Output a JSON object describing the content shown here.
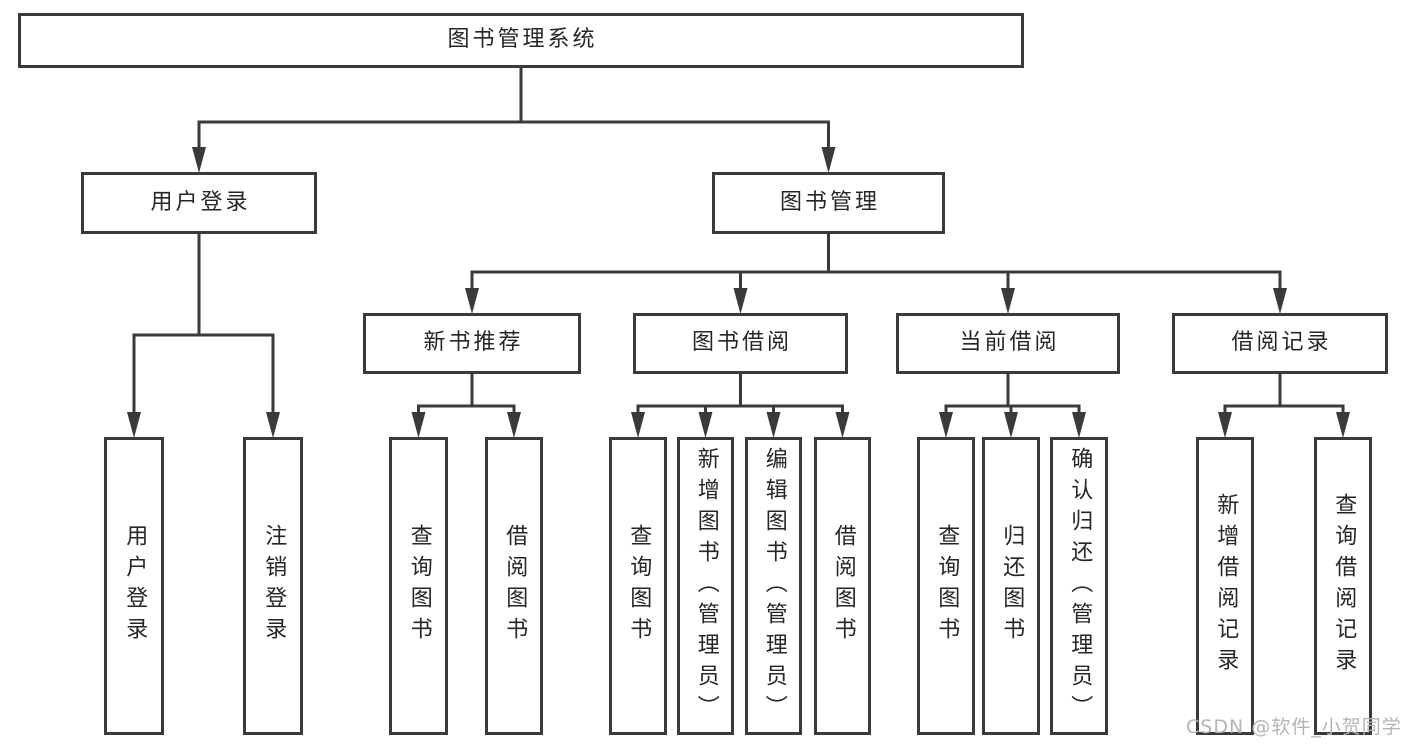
{
  "diagram": {
    "title": "图书管理系统",
    "nodes": [
      {
        "id": "book-management-system",
        "label": "图书管理系统",
        "parent": null,
        "orientation": "horizontal"
      },
      {
        "id": "user-login",
        "label": "用户登录",
        "parent": "book-management-system",
        "orientation": "horizontal"
      },
      {
        "id": "book-management",
        "label": "图书管理",
        "parent": "book-management-system",
        "orientation": "horizontal"
      },
      {
        "id": "new-book-recommend",
        "label": "新书推荐",
        "parent": "book-management",
        "orientation": "horizontal"
      },
      {
        "id": "book-borrowing",
        "label": "图书借阅",
        "parent": "book-management",
        "orientation": "horizontal"
      },
      {
        "id": "current-borrowing",
        "label": "当前借阅",
        "parent": "book-management",
        "orientation": "horizontal"
      },
      {
        "id": "borrowing-records",
        "label": "借阅记录",
        "parent": "book-management",
        "orientation": "horizontal"
      },
      {
        "id": "user-login-leaf",
        "label": "用户登录",
        "parent": "user-login",
        "orientation": "vertical"
      },
      {
        "id": "logout",
        "label": "注销登录",
        "parent": "user-login",
        "orientation": "vertical"
      },
      {
        "id": "query-books-1",
        "label": "查询图书",
        "parent": "new-book-recommend",
        "orientation": "vertical"
      },
      {
        "id": "borrow-books-1",
        "label": "借阅图书",
        "parent": "new-book-recommend",
        "orientation": "vertical"
      },
      {
        "id": "query-books-2",
        "label": "查询图书",
        "parent": "book-borrowing",
        "orientation": "vertical"
      },
      {
        "id": "add-books-admin",
        "label": "新增图书（管理员）",
        "parent": "book-borrowing",
        "orientation": "vertical"
      },
      {
        "id": "edit-books-admin",
        "label": "编辑图书（管理员）",
        "parent": "book-borrowing",
        "orientation": "vertical"
      },
      {
        "id": "borrow-books-2",
        "label": "借阅图书",
        "parent": "book-borrowing",
        "orientation": "vertical"
      },
      {
        "id": "query-books-3",
        "label": "查询图书",
        "parent": "current-borrowing",
        "orientation": "vertical"
      },
      {
        "id": "return-books",
        "label": "归还图书",
        "parent": "current-borrowing",
        "orientation": "vertical"
      },
      {
        "id": "confirm-return-admin",
        "label": "确认归还（管理员）",
        "parent": "current-borrowing",
        "orientation": "vertical"
      },
      {
        "id": "add-borrow-record",
        "label": "新增借阅记录",
        "parent": "borrowing-records",
        "orientation": "vertical"
      },
      {
        "id": "query-borrow-record",
        "label": "查询借阅记录",
        "parent": "borrowing-records",
        "orientation": "vertical"
      }
    ]
  },
  "watermark": {
    "text": "CSDN @软件_小贺同学"
  },
  "colors": {
    "line": "#3a3a3a",
    "box_fill": "#ffffff",
    "text": "#262626",
    "background": "#ffffff",
    "watermark": "#b5b5b5"
  }
}
